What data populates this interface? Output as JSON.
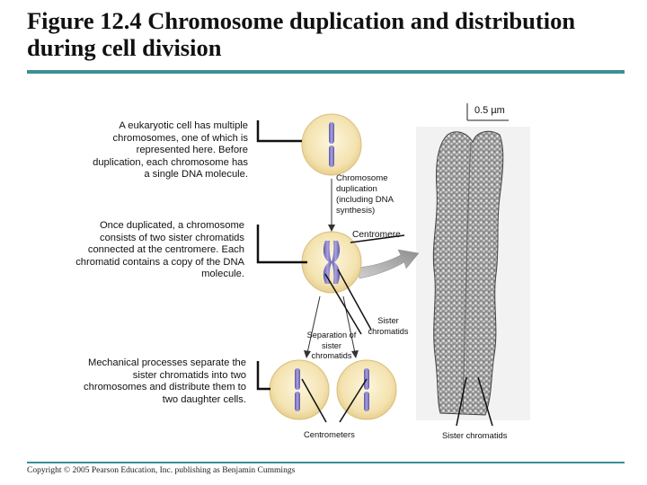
{
  "title": "Figure 12.4 Chromosome duplication and distribution during cell division",
  "scale_bar": "0.5 µm",
  "steps": {
    "step1": "A eukaryotic cell has multiple chromosomes, one of which is represented here. Before duplication, each chromosome has a single DNA molecule.",
    "step2": "Once duplicated, a chromosome consists of two sister chromatids connected at the centromere. Each chromatid contains a copy of the DNA molecule.",
    "step3": "Mechanical processes separate the sister chromatids into two chromosomes and distribute them to two daughter cells."
  },
  "labels": {
    "duplication": "Chromosome duplication (including DNA synthesis)",
    "centromere": "Centromere",
    "sister_chromatids": "Sister chromatids",
    "separation": "Separation of sister chromatids",
    "centromeres": "Centrometers",
    "micrograph_sister_chromatids": "Sister chromatids"
  },
  "copyright": "Copyright © 2005 Pearson Education, Inc. publishing as Benjamin Cummings",
  "colors": {
    "rule": "#3d8f94",
    "cell_fill": "#f6e7b9",
    "chromosome": "#8c84c8",
    "arrow": "#9a9a9a"
  }
}
